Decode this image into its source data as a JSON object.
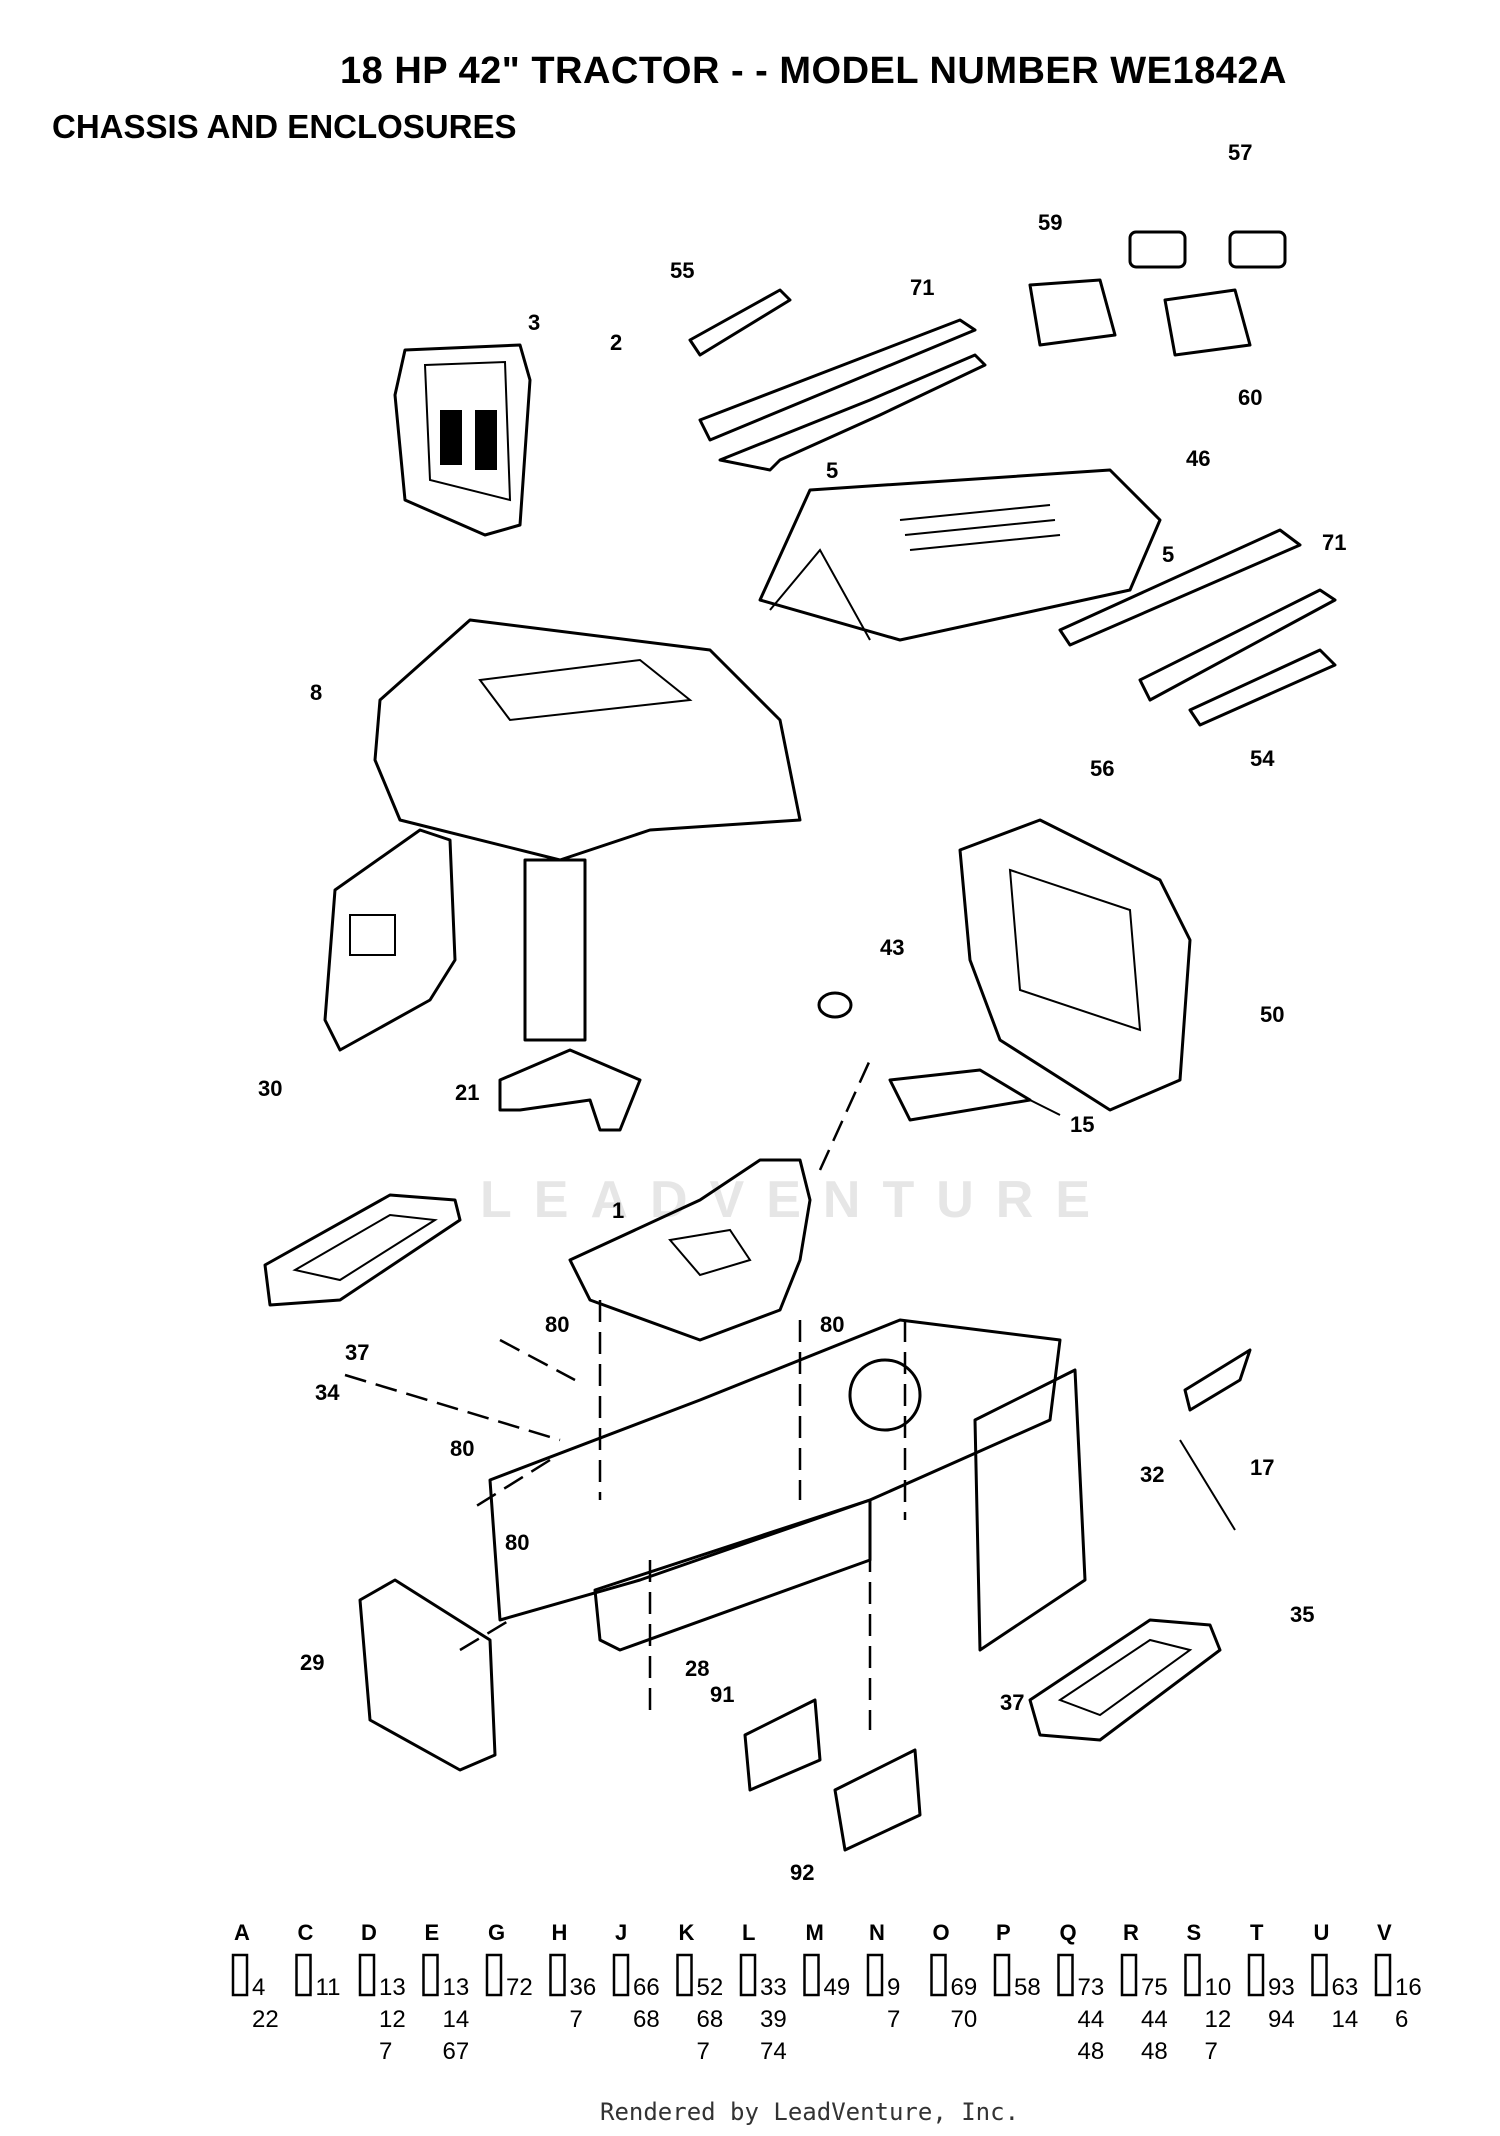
{
  "header": {
    "title": "18 HP 42\" TRACTOR - - MODEL NUMBER WE1842A",
    "subtitle": "CHASSIS AND ENCLOSURES"
  },
  "watermark": "LEADVENTURE",
  "footer": {
    "credit": "Rendered by LeadVenture, Inc."
  },
  "callouts": [
    {
      "id": "c57",
      "text": "57"
    },
    {
      "id": "c59",
      "text": "59"
    },
    {
      "id": "c60",
      "text": "60"
    },
    {
      "id": "c3",
      "text": "3"
    },
    {
      "id": "c2",
      "text": "2"
    },
    {
      "id": "c55",
      "text": "55"
    },
    {
      "id": "c71a",
      "text": "71"
    },
    {
      "id": "c5a",
      "text": "5"
    },
    {
      "id": "c46",
      "text": "46"
    },
    {
      "id": "c5b",
      "text": "5"
    },
    {
      "id": "c71b",
      "text": "71"
    },
    {
      "id": "c54",
      "text": "54"
    },
    {
      "id": "c8",
      "text": "8"
    },
    {
      "id": "c56",
      "text": "56"
    },
    {
      "id": "c50",
      "text": "50"
    },
    {
      "id": "c43",
      "text": "43"
    },
    {
      "id": "c15",
      "text": "15"
    },
    {
      "id": "c30",
      "text": "30"
    },
    {
      "id": "c21",
      "text": "21"
    },
    {
      "id": "c1",
      "text": "1"
    },
    {
      "id": "c37a",
      "text": "37"
    },
    {
      "id": "c34",
      "text": "34"
    },
    {
      "id": "c80a",
      "text": "80"
    },
    {
      "id": "c80b",
      "text": "80"
    },
    {
      "id": "c80c",
      "text": "80"
    },
    {
      "id": "c80d",
      "text": "80"
    },
    {
      "id": "c32",
      "text": "32"
    },
    {
      "id": "c17",
      "text": "17"
    },
    {
      "id": "c35",
      "text": "35"
    },
    {
      "id": "c37b",
      "text": "37"
    },
    {
      "id": "c28",
      "text": "28"
    },
    {
      "id": "c29",
      "text": "29"
    },
    {
      "id": "c91",
      "text": "91"
    },
    {
      "id": "c92",
      "text": "92"
    }
  ],
  "hardware_key": [
    {
      "letter": "A",
      "parts": [
        "4",
        "22"
      ]
    },
    {
      "letter": "C",
      "parts": [
        "11"
      ]
    },
    {
      "letter": "D",
      "parts": [
        "13",
        "12",
        "7"
      ]
    },
    {
      "letter": "E",
      "parts": [
        "13",
        "14",
        "67"
      ]
    },
    {
      "letter": "G",
      "parts": [
        "72"
      ]
    },
    {
      "letter": "H",
      "parts": [
        "36",
        "7"
      ]
    },
    {
      "letter": "J",
      "parts": [
        "66",
        "68"
      ]
    },
    {
      "letter": "K",
      "parts": [
        "52",
        "68",
        "7"
      ]
    },
    {
      "letter": "L",
      "parts": [
        "33",
        "39",
        "74"
      ]
    },
    {
      "letter": "M",
      "parts": [
        "49"
      ]
    },
    {
      "letter": "N",
      "parts": [
        "9",
        "7"
      ]
    },
    {
      "letter": "O",
      "parts": [
        "69",
        "70"
      ]
    },
    {
      "letter": "P",
      "parts": [
        "58"
      ]
    },
    {
      "letter": "Q",
      "parts": [
        "73",
        "44",
        "48"
      ]
    },
    {
      "letter": "R",
      "parts": [
        "75",
        "44",
        "48"
      ]
    },
    {
      "letter": "S",
      "parts": [
        "10",
        "12",
        "7"
      ]
    },
    {
      "letter": "T",
      "parts": [
        "93",
        "94"
      ]
    },
    {
      "letter": "U",
      "parts": [
        "63",
        "14"
      ]
    },
    {
      "letter": "V",
      "parts": [
        "16",
        "6"
      ]
    }
  ]
}
